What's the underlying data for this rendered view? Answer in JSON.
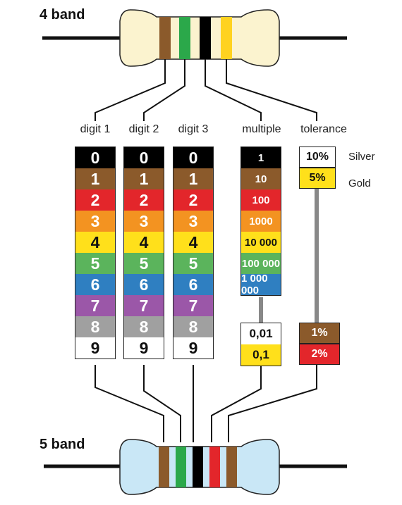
{
  "titles": {
    "four_band": "4 band",
    "five_band": "5 band"
  },
  "headers": {
    "digit1": "digit 1",
    "digit2": "digit 2",
    "digit3": "digit 3",
    "multiple": "multiple",
    "tolerance": "tolerance"
  },
  "digits": [
    {
      "label": "0",
      "color": "#000000",
      "text": "#ffffff"
    },
    {
      "label": "1",
      "color": "#8B5A2B",
      "text": "#ffffff"
    },
    {
      "label": "2",
      "color": "#E3262B",
      "text": "#ffffff"
    },
    {
      "label": "3",
      "color": "#F39321",
      "text": "#ffffff"
    },
    {
      "label": "4",
      "color": "#FFE01B",
      "text": "#111111"
    },
    {
      "label": "5",
      "color": "#5BB45C",
      "text": "#ffffff"
    },
    {
      "label": "6",
      "color": "#2F7FC1",
      "text": "#ffffff"
    },
    {
      "label": "7",
      "color": "#9B57A8",
      "text": "#ffffff"
    },
    {
      "label": "8",
      "color": "#A0A0A0",
      "text": "#ffffff"
    },
    {
      "label": "9",
      "color": "#ffffff",
      "text": "#111111"
    }
  ],
  "multipliers": [
    {
      "label": "1",
      "color": "#000000",
      "text": "#ffffff"
    },
    {
      "label": "10",
      "color": "#8B5A2B",
      "text": "#ffffff"
    },
    {
      "label": "100",
      "color": "#E3262B",
      "text": "#ffffff"
    },
    {
      "label": "1000",
      "color": "#F39321",
      "text": "#ffffff"
    },
    {
      "label": "10 000",
      "color": "#FFE01B",
      "text": "#111111"
    },
    {
      "label": "100 000",
      "color": "#5BB45C",
      "text": "#ffffff"
    },
    {
      "label": "1 000 000",
      "color": "#2F7FC1",
      "text": "#ffffff"
    }
  ],
  "fractional_multipliers": [
    {
      "label": "0,01",
      "color": "#ffffff",
      "text": "#111111"
    },
    {
      "label": "0,1",
      "color": "#FFE01B",
      "text": "#111111"
    }
  ],
  "tolerances_top": [
    {
      "label": "10%",
      "color": "#ffffff",
      "text": "#111111",
      "metal": "Silver"
    },
    {
      "label": "5%",
      "color": "#FFE01B",
      "text": "#111111",
      "metal": "Gold"
    }
  ],
  "tolerances_bottom": [
    {
      "label": "1%",
      "color": "#8B5A2B",
      "text": "#ffffff"
    },
    {
      "label": "2%",
      "color": "#E3262B",
      "text": "#ffffff"
    }
  ],
  "resistor_4band": {
    "body": "#FBF3CF",
    "bands": [
      "#8B5A2B",
      "#2BA84A",
      "#000000",
      "#FFD21F"
    ]
  },
  "resistor_5band": {
    "body": "#C9E7F6",
    "bands": [
      "#8B5A2B",
      "#2BA84A",
      "#000000",
      "#E3262B",
      "#8B5A2B"
    ]
  }
}
